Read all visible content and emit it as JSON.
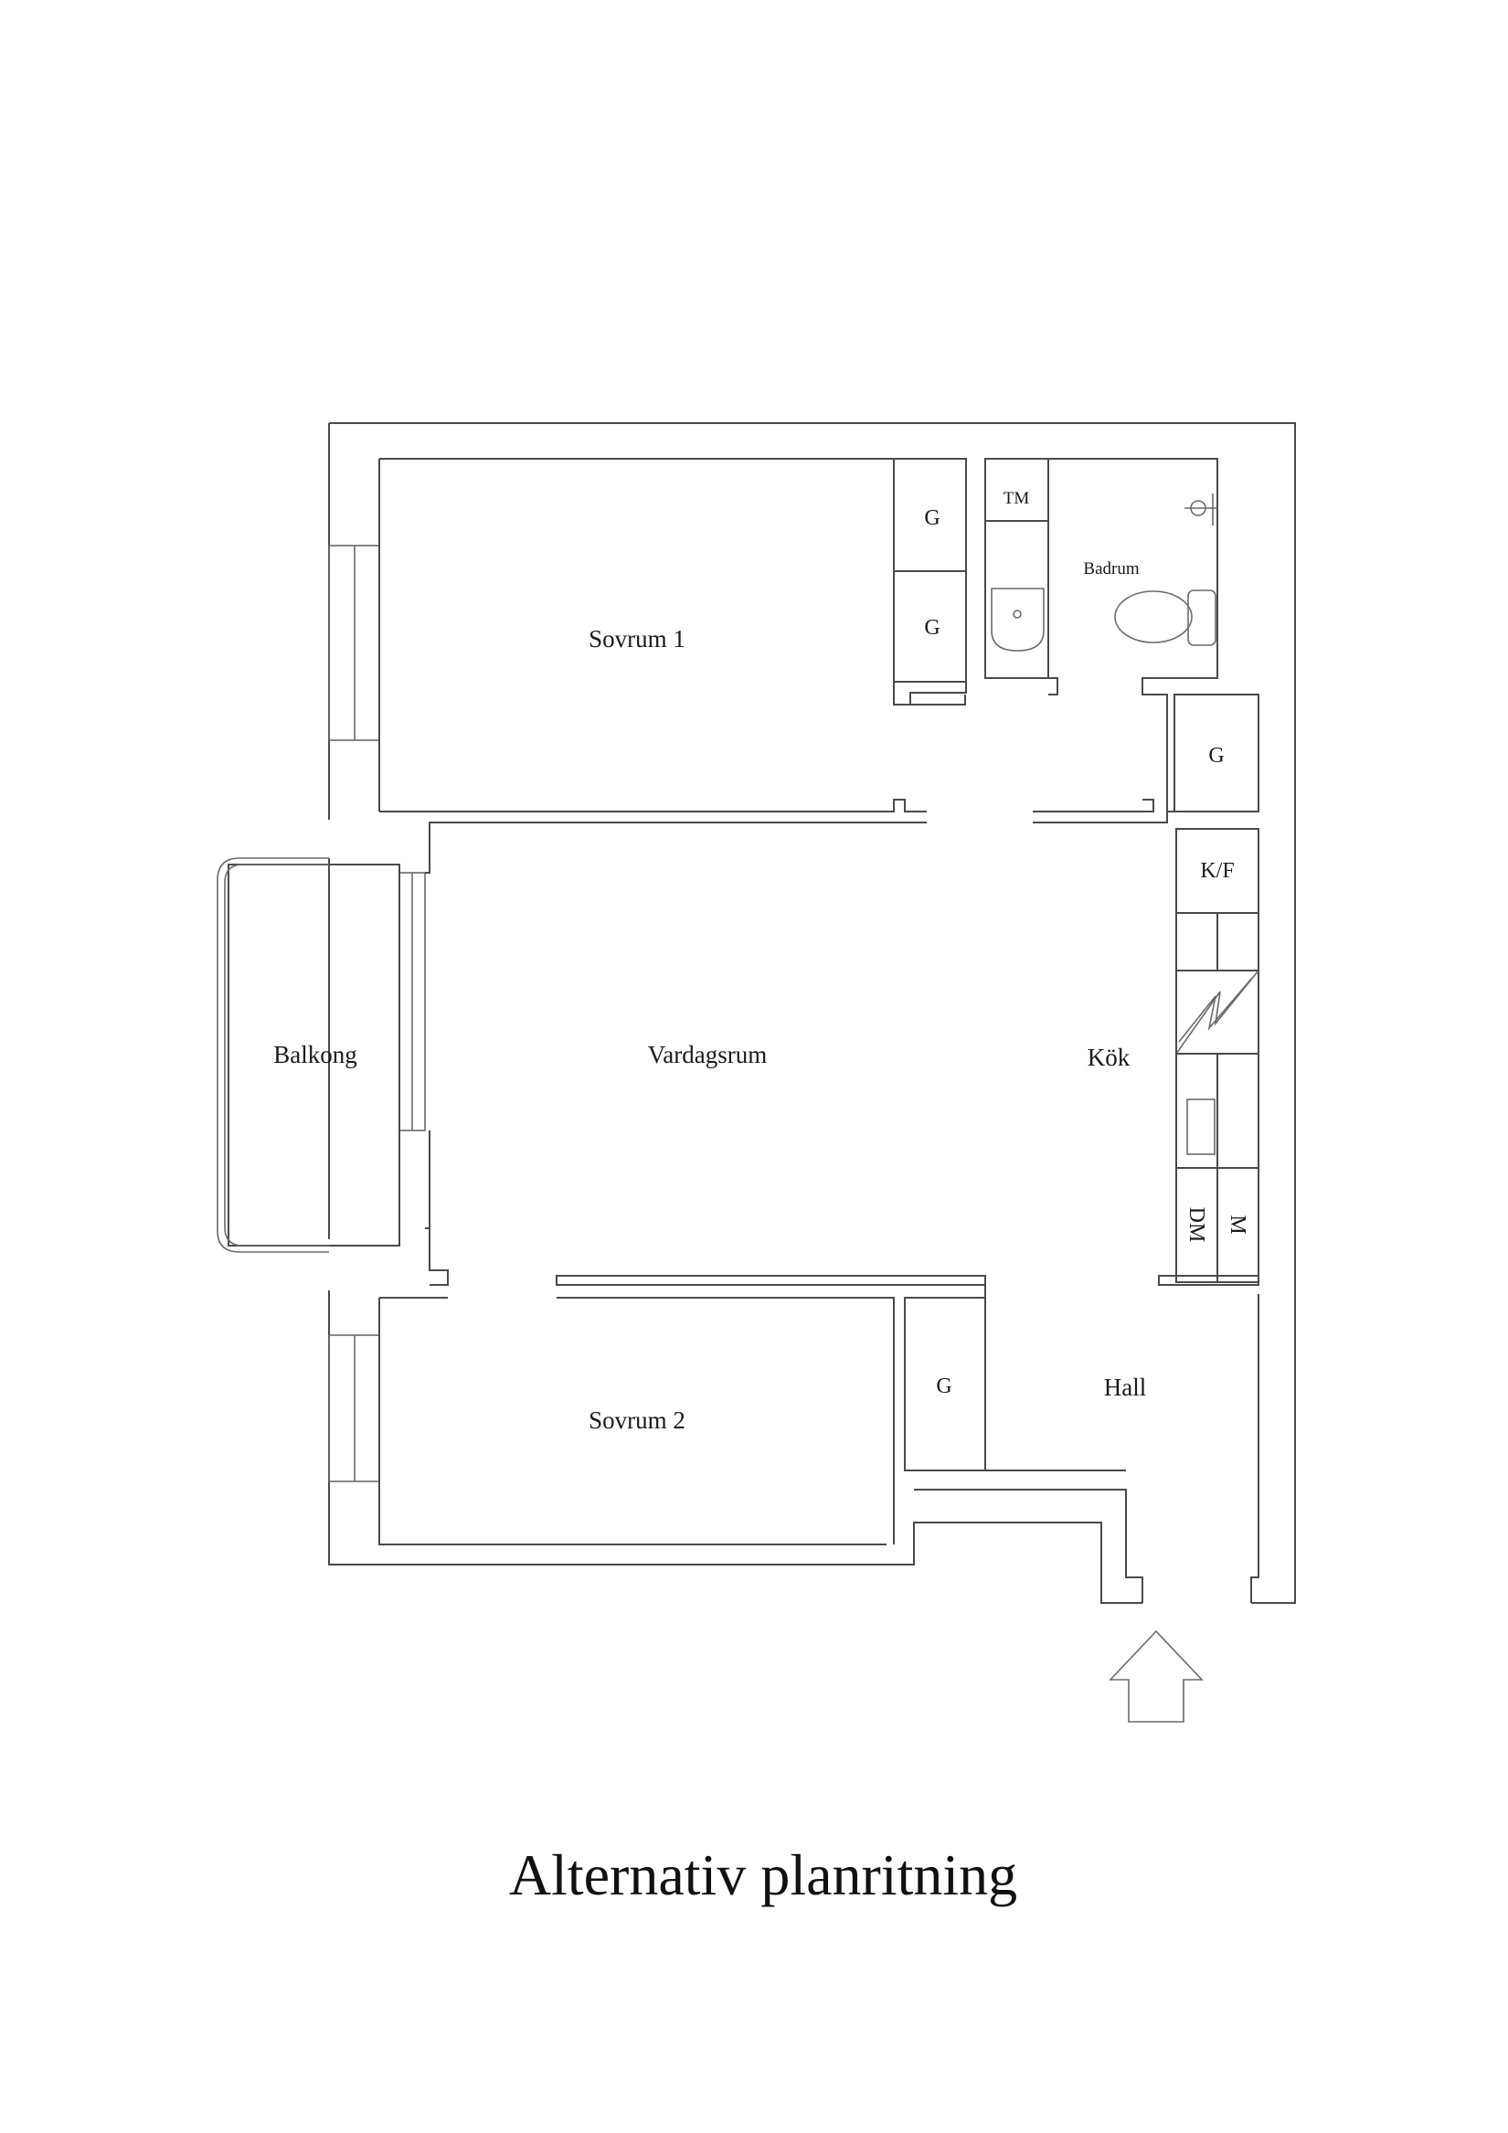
{
  "title": "Alternativ planritning",
  "rooms": {
    "sovrum1": "Sovrum 1",
    "sovrum2": "Sovrum 2",
    "vardagsrum": "Vardagsrum",
    "balkong": "Balkong",
    "kok": "Kök",
    "badrum": "Badrum",
    "hall": "Hall"
  },
  "fixtures": {
    "garderob": "G",
    "tvattmaskin": "TM",
    "kyl_frys": "K/F",
    "diskmaskin": "DM",
    "mikro": "M"
  }
}
